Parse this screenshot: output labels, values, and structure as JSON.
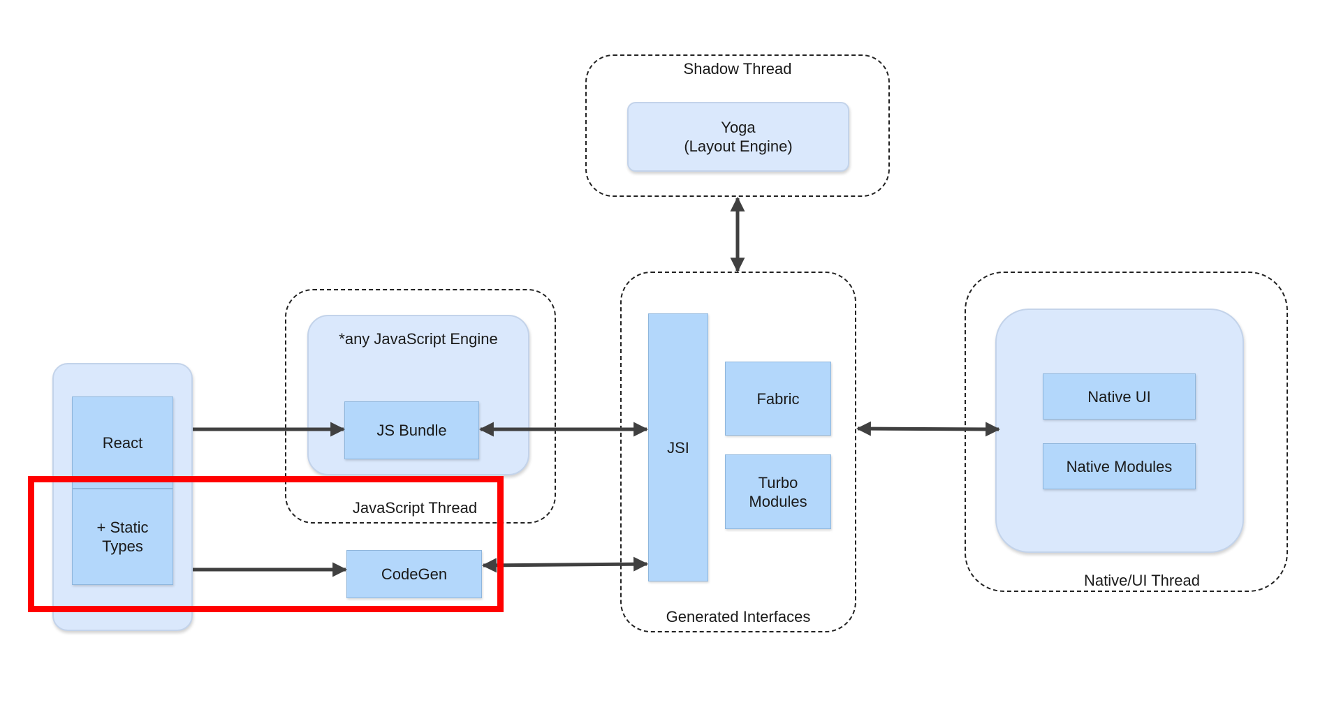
{
  "threads": {
    "shadow": "Shadow Thread",
    "javascript": "JavaScript Thread",
    "generated": "Generated Interfaces",
    "native": "Native/UI Thread"
  },
  "components": {
    "yoga": "Yoga\n(Layout Engine)",
    "js_engine": "*any JavaScript Engine",
    "js_bundle": "JS Bundle",
    "react": "React",
    "static_types": "+ Static\nTypes",
    "codegen": "CodeGen",
    "jsi": "JSI",
    "fabric": "Fabric",
    "turbo_modules": "Turbo\nModules",
    "native_ui": "Native UI",
    "native_modules": "Native Modules"
  },
  "colors": {
    "box_fill": "#b3d7fb",
    "group_fill": "#dae8fc",
    "arrow": "#404040",
    "highlight": "#ff0000"
  }
}
